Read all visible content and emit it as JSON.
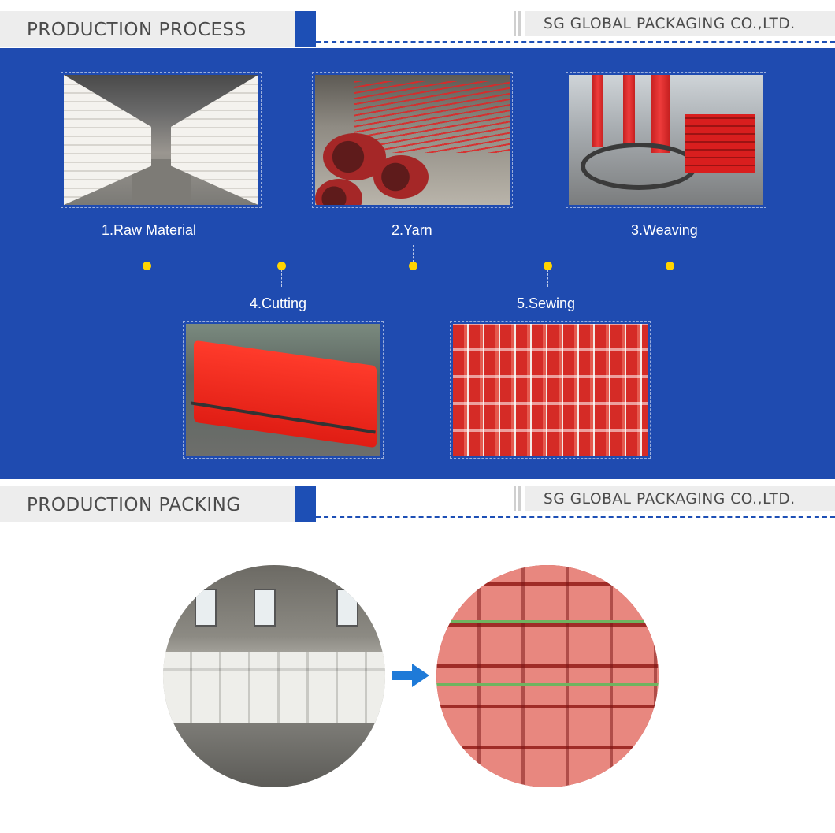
{
  "sections": {
    "process_title": "PRODUCTION PROCESS",
    "packing_title": "PRODUCTION PACKING",
    "company": "SG GLOBAL PACKAGING CO.,LTD."
  },
  "steps": [
    {
      "label": "1.Raw Material"
    },
    {
      "label": "2.Yarn"
    },
    {
      "label": "3.Weaving"
    },
    {
      "label": "4.Cutting"
    },
    {
      "label": "5.Sewing"
    }
  ],
  "colors": {
    "brand_blue": "#1f4bb0",
    "header_gray": "#ededed",
    "timeline_dot": "#ffd400",
    "arrow_blue": "#1e7ad8"
  }
}
